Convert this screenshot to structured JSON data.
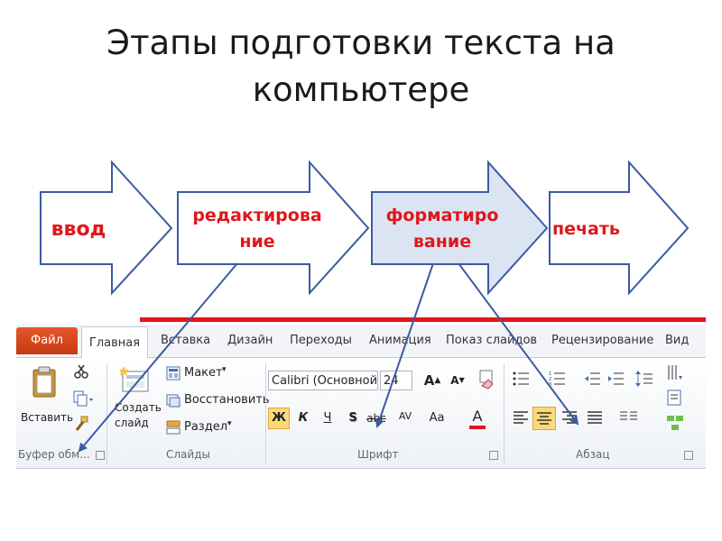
{
  "title": "Этапы подготовки текста на компьютере",
  "steps": [
    {
      "label": "ввод"
    },
    {
      "label": "редактирова ние"
    },
    {
      "label": "форматиро вание"
    },
    {
      "label": "печать"
    }
  ],
  "colors": {
    "step_text": "#e0161b",
    "arrow_stroke": "#3b5aa2",
    "highlight_fill": "#dbe4f3",
    "ribbon_accent": "#e0161b"
  },
  "ribbon": {
    "tabs": [
      "Файл",
      "Главная",
      "Вставка",
      "Дизайн",
      "Переходы",
      "Анимация",
      "Показ слайдов",
      "Рецензирование",
      "Вид"
    ],
    "groups": {
      "clipboard": {
        "label": "Буфер обм...",
        "paste": "Вставить"
      },
      "slides": {
        "label": "Слайды",
        "new_slide": "Создать слайд",
        "layout": "Макет",
        "reset": "Восстановить",
        "section": "Раздел"
      },
      "font": {
        "label": "Шрифт",
        "font_name": "Calibri (Основной",
        "font_size": "24",
        "bold": "Ж",
        "italic": "К",
        "underline": "Ч",
        "shadow": "S",
        "spacing": "AV",
        "case": "Aa",
        "color": "A"
      },
      "paragraph": {
        "label": "Абзац"
      }
    }
  }
}
